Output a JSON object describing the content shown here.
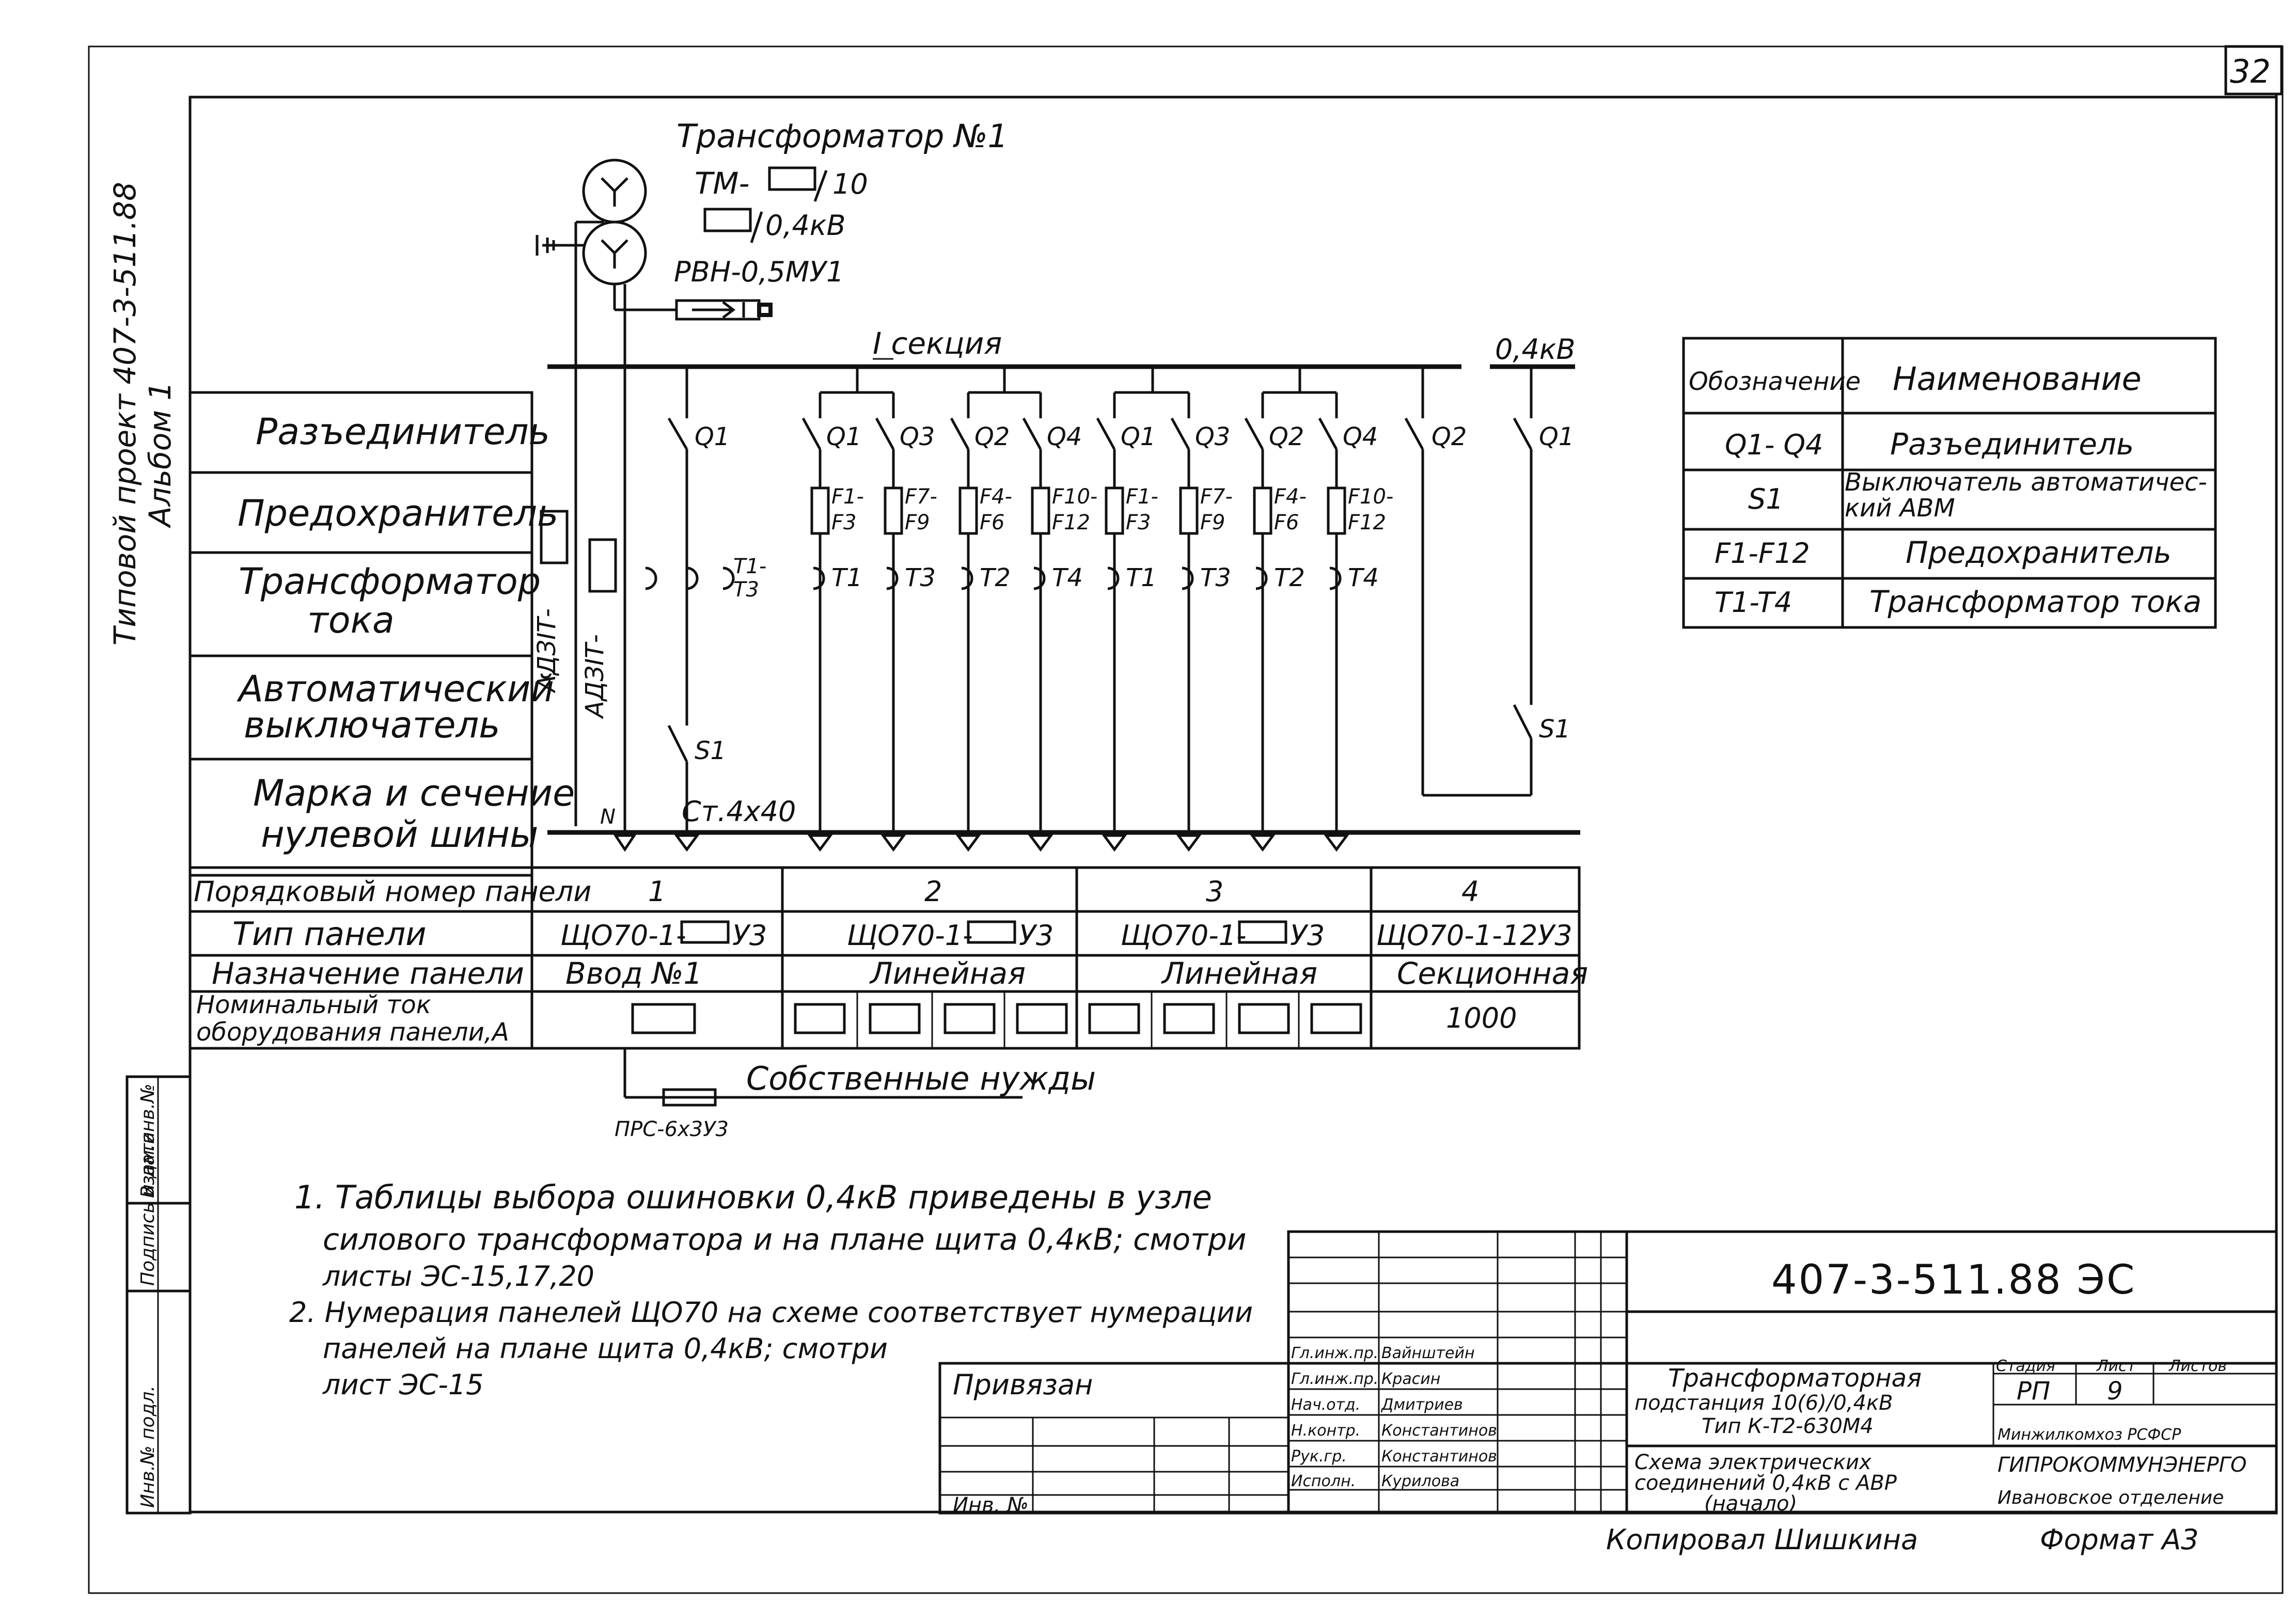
{
  "sheet_number": "32",
  "side_stamp": {
    "line1": "Типовой проект 407-3-511.88",
    "line2": "Альбом 1"
  },
  "transformer": {
    "title": "Трансформатор №1",
    "model": "ТМ-",
    "hv": "10",
    "lv": "0,4кВ",
    "switch": "РВН-0,5МУ1"
  },
  "bus": {
    "section": "I секция",
    "voltage": "0,4кВ",
    "neutral_bus": "Ст.4х40",
    "neutral_mark": "N",
    "cable1": "АДЗIТ-",
    "cable2": "АДЗIТ-"
  },
  "rows": {
    "disconnector": "Разъединитель",
    "fuse": "Предохранитель",
    "ct_line1": "Трансформатор",
    "ct_line2": "тока",
    "breaker_line1": "Автоматический",
    "breaker_line2": "выключатель",
    "neutral_line1": "Марка и сечение",
    "neutral_line2": "нулевой шины"
  },
  "feeders": {
    "q1": "Q1",
    "q3": "Q3",
    "q2": "Q2",
    "q4": "Q4",
    "f1a": "F1-",
    "f1b": "F3",
    "f7a": "F7-",
    "f7b": "F9",
    "f4a": "F4-",
    "f4b": "F6",
    "f10a": "F10-",
    "f10b": "F12",
    "t1": "T1",
    "t3": "T3",
    "t2": "T2",
    "t4": "T4",
    "t13a": "T1-",
    "t13b": "T3",
    "s1": "S1"
  },
  "panel_table": {
    "headers": [
      "Порядковый номер панели",
      "Тип панели",
      "Назначение панели",
      "Номинальный ток",
      "оборудования панели,А"
    ],
    "numbers": [
      "1",
      "2",
      "3",
      "4"
    ],
    "types": [
      "ЩО70-1-",
      "У3",
      "ЩО70-1-",
      "У3",
      "ЩО70-1-",
      "У3",
      "ЩО70-1-12У3"
    ],
    "purposes": [
      "Ввод №1",
      "Линейная",
      "Линейная",
      "Секционная"
    ],
    "current4": "1000"
  },
  "aux": {
    "label": "Собственные нужды",
    "fuse": "ПРС-6х3У3"
  },
  "legend": {
    "header_code": "Обозначение",
    "header_name": "Наименование",
    "rows": [
      {
        "code": "Q1- Q4",
        "name": "Разъединитель"
      },
      {
        "code": "S1",
        "name1": "Выключатель автоматичес-",
        "name2": "кий АВМ"
      },
      {
        "code": "F1-F12",
        "name": "Предохранитель"
      },
      {
        "code": "T1-T4",
        "name": "Трансформатор тока"
      }
    ]
  },
  "notes": [
    "1. Таблицы выбора ошиновки 0,4кВ приведены в узле",
    "силового трансформатора и на плане щита 0,4кВ; смотри",
    "листы ЭС-15,17,20",
    "2. Нумерация панелей ЩО70 на схеме соответствует нумерации",
    "панелей на плане щита 0,4кВ; смотри",
    "лист ЭС-15"
  ],
  "title_block": {
    "doc_code": "407-3-511.88  ЭС",
    "privyazan": "Привязан",
    "inv": "Инв. №",
    "roles": [
      "Гл.инж.пр.",
      "Гл.инж.пр.",
      "Нач.отд.",
      "Н.контр.",
      "Рук.гр.",
      "Исполн."
    ],
    "names": [
      "Вайнштейн",
      "Красин",
      "Дмитриев",
      "Константинов",
      "Константинов",
      "Курилова"
    ],
    "title1": "Трансформаторная",
    "title2": "подстанция 10(6)/0,4кВ",
    "title3": "Тип К-Т2-630М4",
    "sub1": "Схема электрических",
    "sub2": "соединений 0,4кВ с АВР",
    "sub3": "(начало)",
    "stage_h": "Стадия",
    "sheet_h": "Лист",
    "sheets_h": "Листов",
    "stage": "РП",
    "sheet": "9",
    "org1": "Минжилкомхоз РСФСР",
    "org2": "ГИПРОКОММУНЭНЕРГО",
    "org3": "Ивановское отделение"
  },
  "left_stamp": [
    "Инв.№ подл.",
    "Подпись и дата",
    "Взам.инв.№"
  ],
  "footer": {
    "copied": "Копировал Шишкина",
    "format": "Формат А3"
  }
}
